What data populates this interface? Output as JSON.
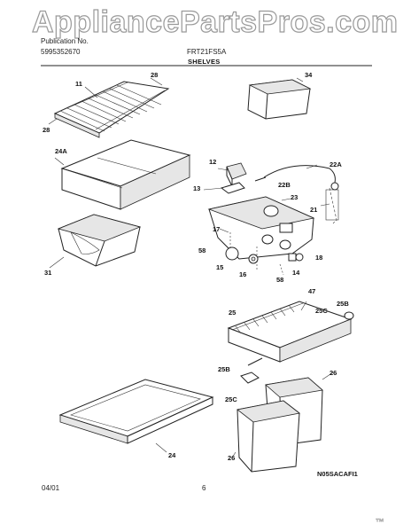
{
  "watermark": {
    "text": "AppliancePartsPros.com",
    "corner_mark": "™"
  },
  "header": {
    "publication_label": "Publication No.",
    "publication_number": "5995352670",
    "model": "FRT21FS5A",
    "section_title": "SHELVES"
  },
  "labels": {
    "p11": "11",
    "p28a": "28",
    "p28b": "28",
    "p34": "34",
    "p24a": "24A",
    "p12": "12",
    "p22a": "22A",
    "p13": "13",
    "p22b": "22B",
    "p23": "23",
    "p21": "21",
    "p17": "17",
    "p58a": "58",
    "p31": "31",
    "p15": "15",
    "p16": "16",
    "p58b": "58",
    "p14": "14",
    "p18": "18",
    "p47": "47",
    "p25b_a": "25B",
    "p25": "25",
    "p25c_a": "25C",
    "p25b_b": "25B",
    "p26a": "26",
    "p25c_b": "25C",
    "p24": "24",
    "p26b": "26"
  },
  "footer": {
    "date": "04/01",
    "page": "6",
    "diagram_code": "N05SACAFI1"
  }
}
